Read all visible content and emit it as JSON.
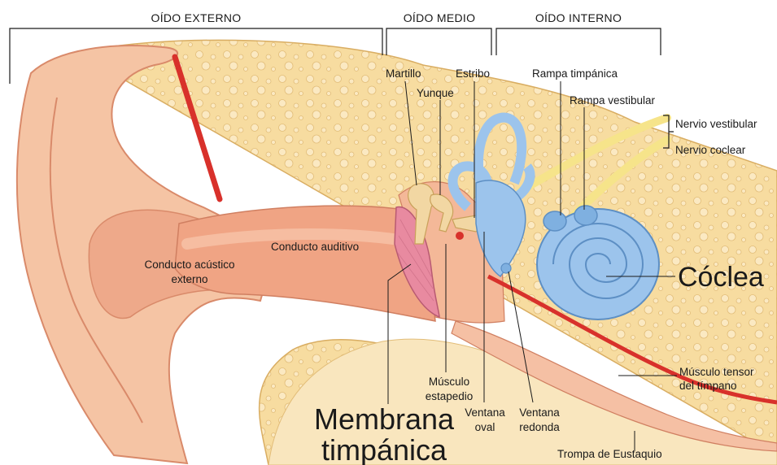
{
  "sections": {
    "outer": "OÍDO EXTERNO",
    "middle": "OÍDO MEDIO",
    "inner": "OÍDO INTERNO"
  },
  "labels": {
    "martillo": "Martillo",
    "yunque": "Yunque",
    "estribo": "Estribo",
    "rampa_timpanica": "Rampa timpánica",
    "rampa_vestibular": "Rampa vestibular",
    "nervio_vestibular": "Nervio vestibular",
    "nervio_coclear": "Nervio coclear",
    "conducto_auditivo": "Conducto auditivo",
    "conducto_acustico_1": "Conducto acústico",
    "conducto_acustico_2": "externo",
    "coclea": "Cóclea",
    "musculo_tensor_1": "Músculo tensor",
    "musculo_tensor_2": "del tímpano",
    "musculo_estapedio_1": "Músculo",
    "musculo_estapedio_2": "estapedio",
    "ventana_oval_1": "Ventana",
    "ventana_oval_2": "oval",
    "ventana_redonda_1": "Ventana",
    "ventana_redonda_2": "redonda",
    "membrana_1": "Membrana",
    "membrana_2": "timpánica",
    "trompa": "Trompa de Eustaquio"
  },
  "colors": {
    "bone": "#f7dca0",
    "bone_dark": "#e8c278",
    "skin": "#f1b18f",
    "skin_light": "#f8cfb4",
    "canal": "#f0a07e",
    "cochlea": "#9cc4ec",
    "cochlea_dark": "#5d8fc4",
    "muscle": "#d8312b",
    "membrane": "#e88aa0",
    "ossicle": "#f2d7a3"
  }
}
